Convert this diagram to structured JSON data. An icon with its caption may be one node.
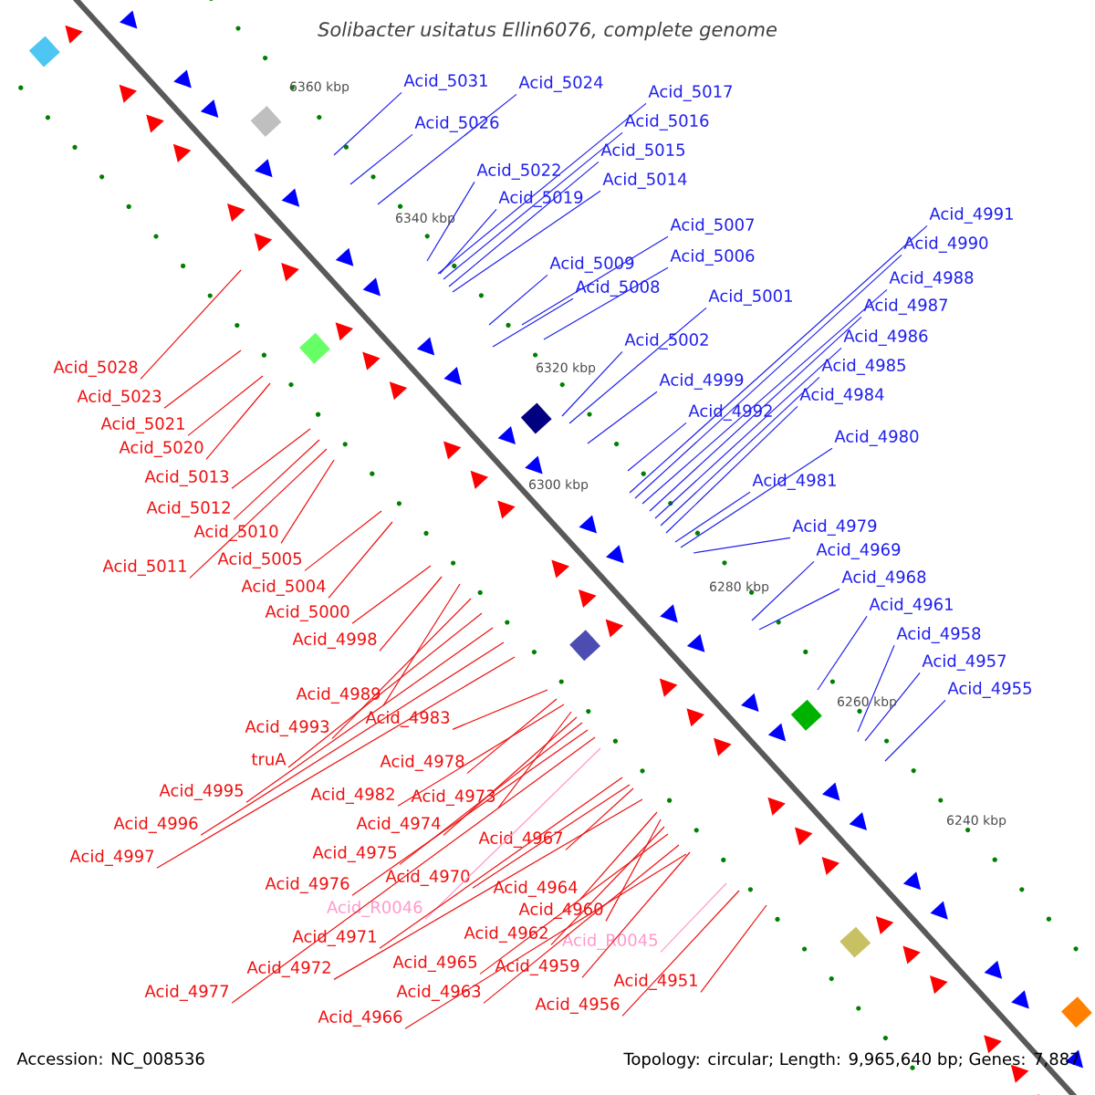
{
  "diagram": {
    "title": "Solibacter usitatus Ellin6076, complete genome",
    "nodes": [
      {
        "text": [
          "Acid_5031"
        ]
      },
      {
        "text": [
          "Acid_5024"
        ]
      },
      {
        "text": [
          "Acid_5026"
        ]
      },
      {
        "text": [
          "Acid_5017"
        ]
      },
      {
        "text": [
          "Acid_5016"
        ]
      },
      {
        "text": [
          "Acid_5015"
        ]
      },
      {
        "text": [
          "Acid_5022"
        ]
      },
      {
        "text": [
          "Acid_5014"
        ]
      },
      {
        "text": [
          "Acid_5019"
        ]
      },
      {
        "text": [
          "Acid_4991"
        ]
      },
      {
        "text": [
          "Acid_5007"
        ]
      },
      {
        "text": [
          "Acid_4990"
        ]
      },
      {
        "text": [
          "Acid_5006"
        ]
      },
      {
        "text": [
          "Acid_5009"
        ]
      },
      {
        "text": [
          "Acid_4988"
        ]
      },
      {
        "text": [
          "Acid_5008"
        ]
      },
      {
        "text": [
          "Acid_5001"
        ]
      },
      {
        "text": [
          "Acid_4987"
        ]
      },
      {
        "text": [
          "Acid_4986"
        ]
      },
      {
        "text": [
          "Acid_5002"
        ]
      },
      {
        "text": [
          "Acid_4985"
        ]
      },
      {
        "text": [
          "Acid_4999"
        ]
      },
      {
        "text": [
          "Acid_4984"
        ]
      },
      {
        "text": [
          "Acid_4992"
        ]
      },
      {
        "text": [
          "Acid_4980"
        ]
      },
      {
        "text": [
          "Acid_4981"
        ]
      },
      {
        "text": [
          "Acid_4979"
        ]
      },
      {
        "text": [
          "Acid_4969"
        ]
      },
      {
        "text": [
          "Acid_4968"
        ]
      },
      {
        "text": [
          "Acid_4961"
        ]
      },
      {
        "text": [
          "Acid_4958"
        ]
      },
      {
        "text": [
          "Acid_4957"
        ]
      },
      {
        "text": [
          "Acid_4955"
        ]
      },
      {
        "text": [
          "Acid_5028"
        ]
      },
      {
        "text": [
          "Acid_5023"
        ]
      },
      {
        "text": [
          "Acid_5021"
        ]
      },
      {
        "text": [
          "Acid_5020"
        ]
      },
      {
        "text": [
          "Acid_5013"
        ]
      },
      {
        "text": [
          "Acid_5012"
        ]
      },
      {
        "text": [
          "Acid_5010"
        ]
      },
      {
        "text": [
          "Acid_5005"
        ]
      },
      {
        "text": [
          "Acid_5011"
        ]
      },
      {
        "text": [
          "Acid_5004"
        ]
      },
      {
        "text": [
          "Acid_5000"
        ]
      },
      {
        "text": [
          "Acid_4998"
        ]
      },
      {
        "text": [
          "Acid_4989"
        ]
      },
      {
        "text": [
          "Acid_4983"
        ]
      },
      {
        "text": [
          "Acid_4993"
        ]
      },
      {
        "text": [
          "truA"
        ]
      },
      {
        "text": [
          "Acid_4978"
        ]
      },
      {
        "text": [
          "Acid_4995"
        ]
      },
      {
        "text": [
          "Acid_4982"
        ]
      },
      {
        "text": [
          "Acid_4973"
        ]
      },
      {
        "text": [
          "Acid_4996"
        ]
      },
      {
        "text": [
          "Acid_4974"
        ]
      },
      {
        "text": [
          "Acid_4967"
        ]
      },
      {
        "text": [
          "Acid_4975"
        ]
      },
      {
        "text": [
          "Acid_4997"
        ]
      },
      {
        "text": [
          "Acid_4970"
        ]
      },
      {
        "text": [
          "Acid_4976"
        ]
      },
      {
        "text": [
          "Acid_4964"
        ]
      },
      {
        "text": [
          "Acid_R0046"
        ]
      },
      {
        "text": [
          "Acid_4960"
        ]
      },
      {
        "text": [
          "Acid_4962"
        ]
      },
      {
        "text": [
          "Acid_4971"
        ]
      },
      {
        "text": [
          "Acid_R0045"
        ]
      },
      {
        "text": [
          "Acid_4965"
        ]
      },
      {
        "text": [
          "Acid_4959"
        ]
      },
      {
        "text": [
          "Acid_4972"
        ]
      },
      {
        "text": [
          "Acid_4951"
        ]
      },
      {
        "text": [
          "Acid_4963"
        ]
      },
      {
        "text": [
          "Acid_4977"
        ]
      },
      {
        "text": [
          "Acid_4956"
        ]
      },
      {
        "text": [
          "Acid_4966"
        ]
      }
    ],
    "edges": [
      {
        "from": 0,
        "to": null,
        "arrow": "none",
        "color": "#2020ee"
      },
      {
        "from": 1,
        "to": null,
        "arrow": "none",
        "color": "#2020ee"
      },
      {
        "from": 2,
        "to": null,
        "arrow": "none",
        "color": "#2020ee"
      },
      {
        "from": 3,
        "to": null,
        "arrow": "none",
        "color": "#2020ee"
      },
      {
        "from": 4,
        "to": null,
        "arrow": "none",
        "color": "#2020ee"
      },
      {
        "from": 5,
        "to": null,
        "arrow": "none",
        "color": "#2020ee"
      },
      {
        "from": 6,
        "to": null,
        "arrow": "none",
        "color": "#2020ee"
      },
      {
        "from": 7,
        "to": null,
        "arrow": "none",
        "color": "#2020ee"
      },
      {
        "from": 8,
        "to": null,
        "arrow": "none",
        "color": "#2020ee"
      },
      {
        "from": 9,
        "to": null,
        "arrow": "none",
        "color": "#2020ee"
      },
      {
        "from": 10,
        "to": null,
        "arrow": "none",
        "color": "#2020ee"
      },
      {
        "from": 11,
        "to": null,
        "arrow": "none",
        "color": "#2020ee"
      },
      {
        "from": 12,
        "to": null,
        "arrow": "none",
        "color": "#2020ee"
      },
      {
        "from": 13,
        "to": null,
        "arrow": "none",
        "color": "#2020ee"
      },
      {
        "from": 14,
        "to": null,
        "arrow": "none",
        "color": "#2020ee"
      },
      {
        "from": 15,
        "to": null,
        "arrow": "none",
        "color": "#2020ee"
      },
      {
        "from": 16,
        "to": null,
        "arrow": "none",
        "color": "#2020ee"
      },
      {
        "from": 17,
        "to": null,
        "arrow": "none",
        "color": "#2020ee"
      },
      {
        "from": 18,
        "to": null,
        "arrow": "none",
        "color": "#2020ee"
      },
      {
        "from": 19,
        "to": null,
        "arrow": "none",
        "color": "#2020ee"
      },
      {
        "from": 20,
        "to": null,
        "arrow": "none",
        "color": "#2020ee"
      },
      {
        "from": 21,
        "to": null,
        "arrow": "none",
        "color": "#2020ee"
      },
      {
        "from": 22,
        "to": null,
        "arrow": "none",
        "color": "#2020ee"
      },
      {
        "from": 23,
        "to": null,
        "arrow": "none",
        "color": "#2020ee"
      },
      {
        "from": 24,
        "to": null,
        "arrow": "none",
        "color": "#2020ee"
      },
      {
        "from": 25,
        "to": null,
        "arrow": "none",
        "color": "#2020ee"
      },
      {
        "from": 26,
        "to": null,
        "arrow": "none",
        "color": "#2020ee"
      },
      {
        "from": 27,
        "to": null,
        "arrow": "none",
        "color": "#2020ee"
      },
      {
        "from": 28,
        "to": null,
        "arrow": "none",
        "color": "#2020ee"
      },
      {
        "from": 29,
        "to": null,
        "arrow": "none",
        "color": "#2020ee"
      },
      {
        "from": 30,
        "to": null,
        "arrow": "none",
        "color": "#2020ee"
      },
      {
        "from": 31,
        "to": null,
        "arrow": "none",
        "color": "#2020ee"
      },
      {
        "from": 32,
        "to": null,
        "arrow": "none",
        "color": "#2020ee"
      },
      {
        "from": 33,
        "to": null,
        "arrow": "none"
      },
      {
        "from": 34,
        "to": null,
        "arrow": "none"
      },
      {
        "from": 35,
        "to": null,
        "arrow": "none"
      },
      {
        "from": 36,
        "to": null,
        "arrow": "none"
      },
      {
        "from": 37,
        "to": null,
        "arrow": "none"
      },
      {
        "from": 38,
        "to": null,
        "arrow": "none"
      },
      {
        "from": 39,
        "to": null,
        "arrow": "none"
      },
      {
        "from": 40,
        "to": null,
        "arrow": "none"
      },
      {
        "from": 41,
        "to": null,
        "arrow": "none"
      },
      {
        "from": 42,
        "to": null,
        "arrow": "none"
      },
      {
        "from": 43,
        "to": null,
        "arrow": "none"
      },
      {
        "from": 44,
        "to": null,
        "arrow": "none"
      },
      {
        "from": 45,
        "to": null,
        "arrow": "none"
      },
      {
        "from": 46,
        "to": null,
        "arrow": "none"
      },
      {
        "from": 47,
        "to": null,
        "arrow": "none"
      },
      {
        "from": 48,
        "to": null,
        "arrow": "none"
      },
      {
        "from": 49,
        "to": null,
        "arrow": "none"
      },
      {
        "from": 50,
        "to": null,
        "arrow": "none"
      },
      {
        "from": 51,
        "to": null,
        "arrow": "none"
      },
      {
        "from": 52,
        "to": null,
        "arrow": "none"
      },
      {
        "from": 53,
        "to": null,
        "arrow": "none"
      },
      {
        "from": 54,
        "to": null,
        "arrow": "none"
      },
      {
        "from": 55,
        "to": null,
        "arrow": "none"
      },
      {
        "from": 56,
        "to": null,
        "arrow": "none"
      },
      {
        "from": 57,
        "to": null,
        "arrow": "none"
      },
      {
        "from": 58,
        "to": null,
        "arrow": "none"
      },
      {
        "from": 59,
        "to": null,
        "arrow": "none"
      },
      {
        "from": 60,
        "to": null,
        "arrow": "none"
      },
      {
        "from": 61,
        "to": null,
        "arrow": "none",
        "color": "#ff99cc"
      },
      {
        "from": 62,
        "to": null,
        "arrow": "none"
      },
      {
        "from": 63,
        "to": null,
        "arrow": "none"
      },
      {
        "from": 64,
        "to": null,
        "arrow": "none"
      },
      {
        "from": 65,
        "to": null,
        "arrow": "none",
        "color": "#ff99cc"
      },
      {
        "from": 66,
        "to": null,
        "arrow": "none"
      },
      {
        "from": 67,
        "to": null,
        "arrow": "none"
      },
      {
        "from": 68,
        "to": null,
        "arrow": "none"
      },
      {
        "from": 69,
        "to": null,
        "arrow": "none"
      },
      {
        "from": 70,
        "to": null,
        "arrow": "none"
      },
      {
        "from": 71,
        "to": null,
        "arrow": "none"
      },
      {
        "from": 72,
        "to": null,
        "arrow": "none"
      },
      {
        "from": 73,
        "to": null,
        "arrow": "none"
      }
    ],
    "labels": [
      "6360 kbp",
      "6340 kbp",
      "6320 kbp",
      "6300 kbp",
      "6280 kbp",
      "6260 kbp",
      "6240 kbp",
      "Accession: NC_008536",
      "Topology: circular; Length: 9,965,640 bp; Genes: 7,887"
    ]
  }
}
